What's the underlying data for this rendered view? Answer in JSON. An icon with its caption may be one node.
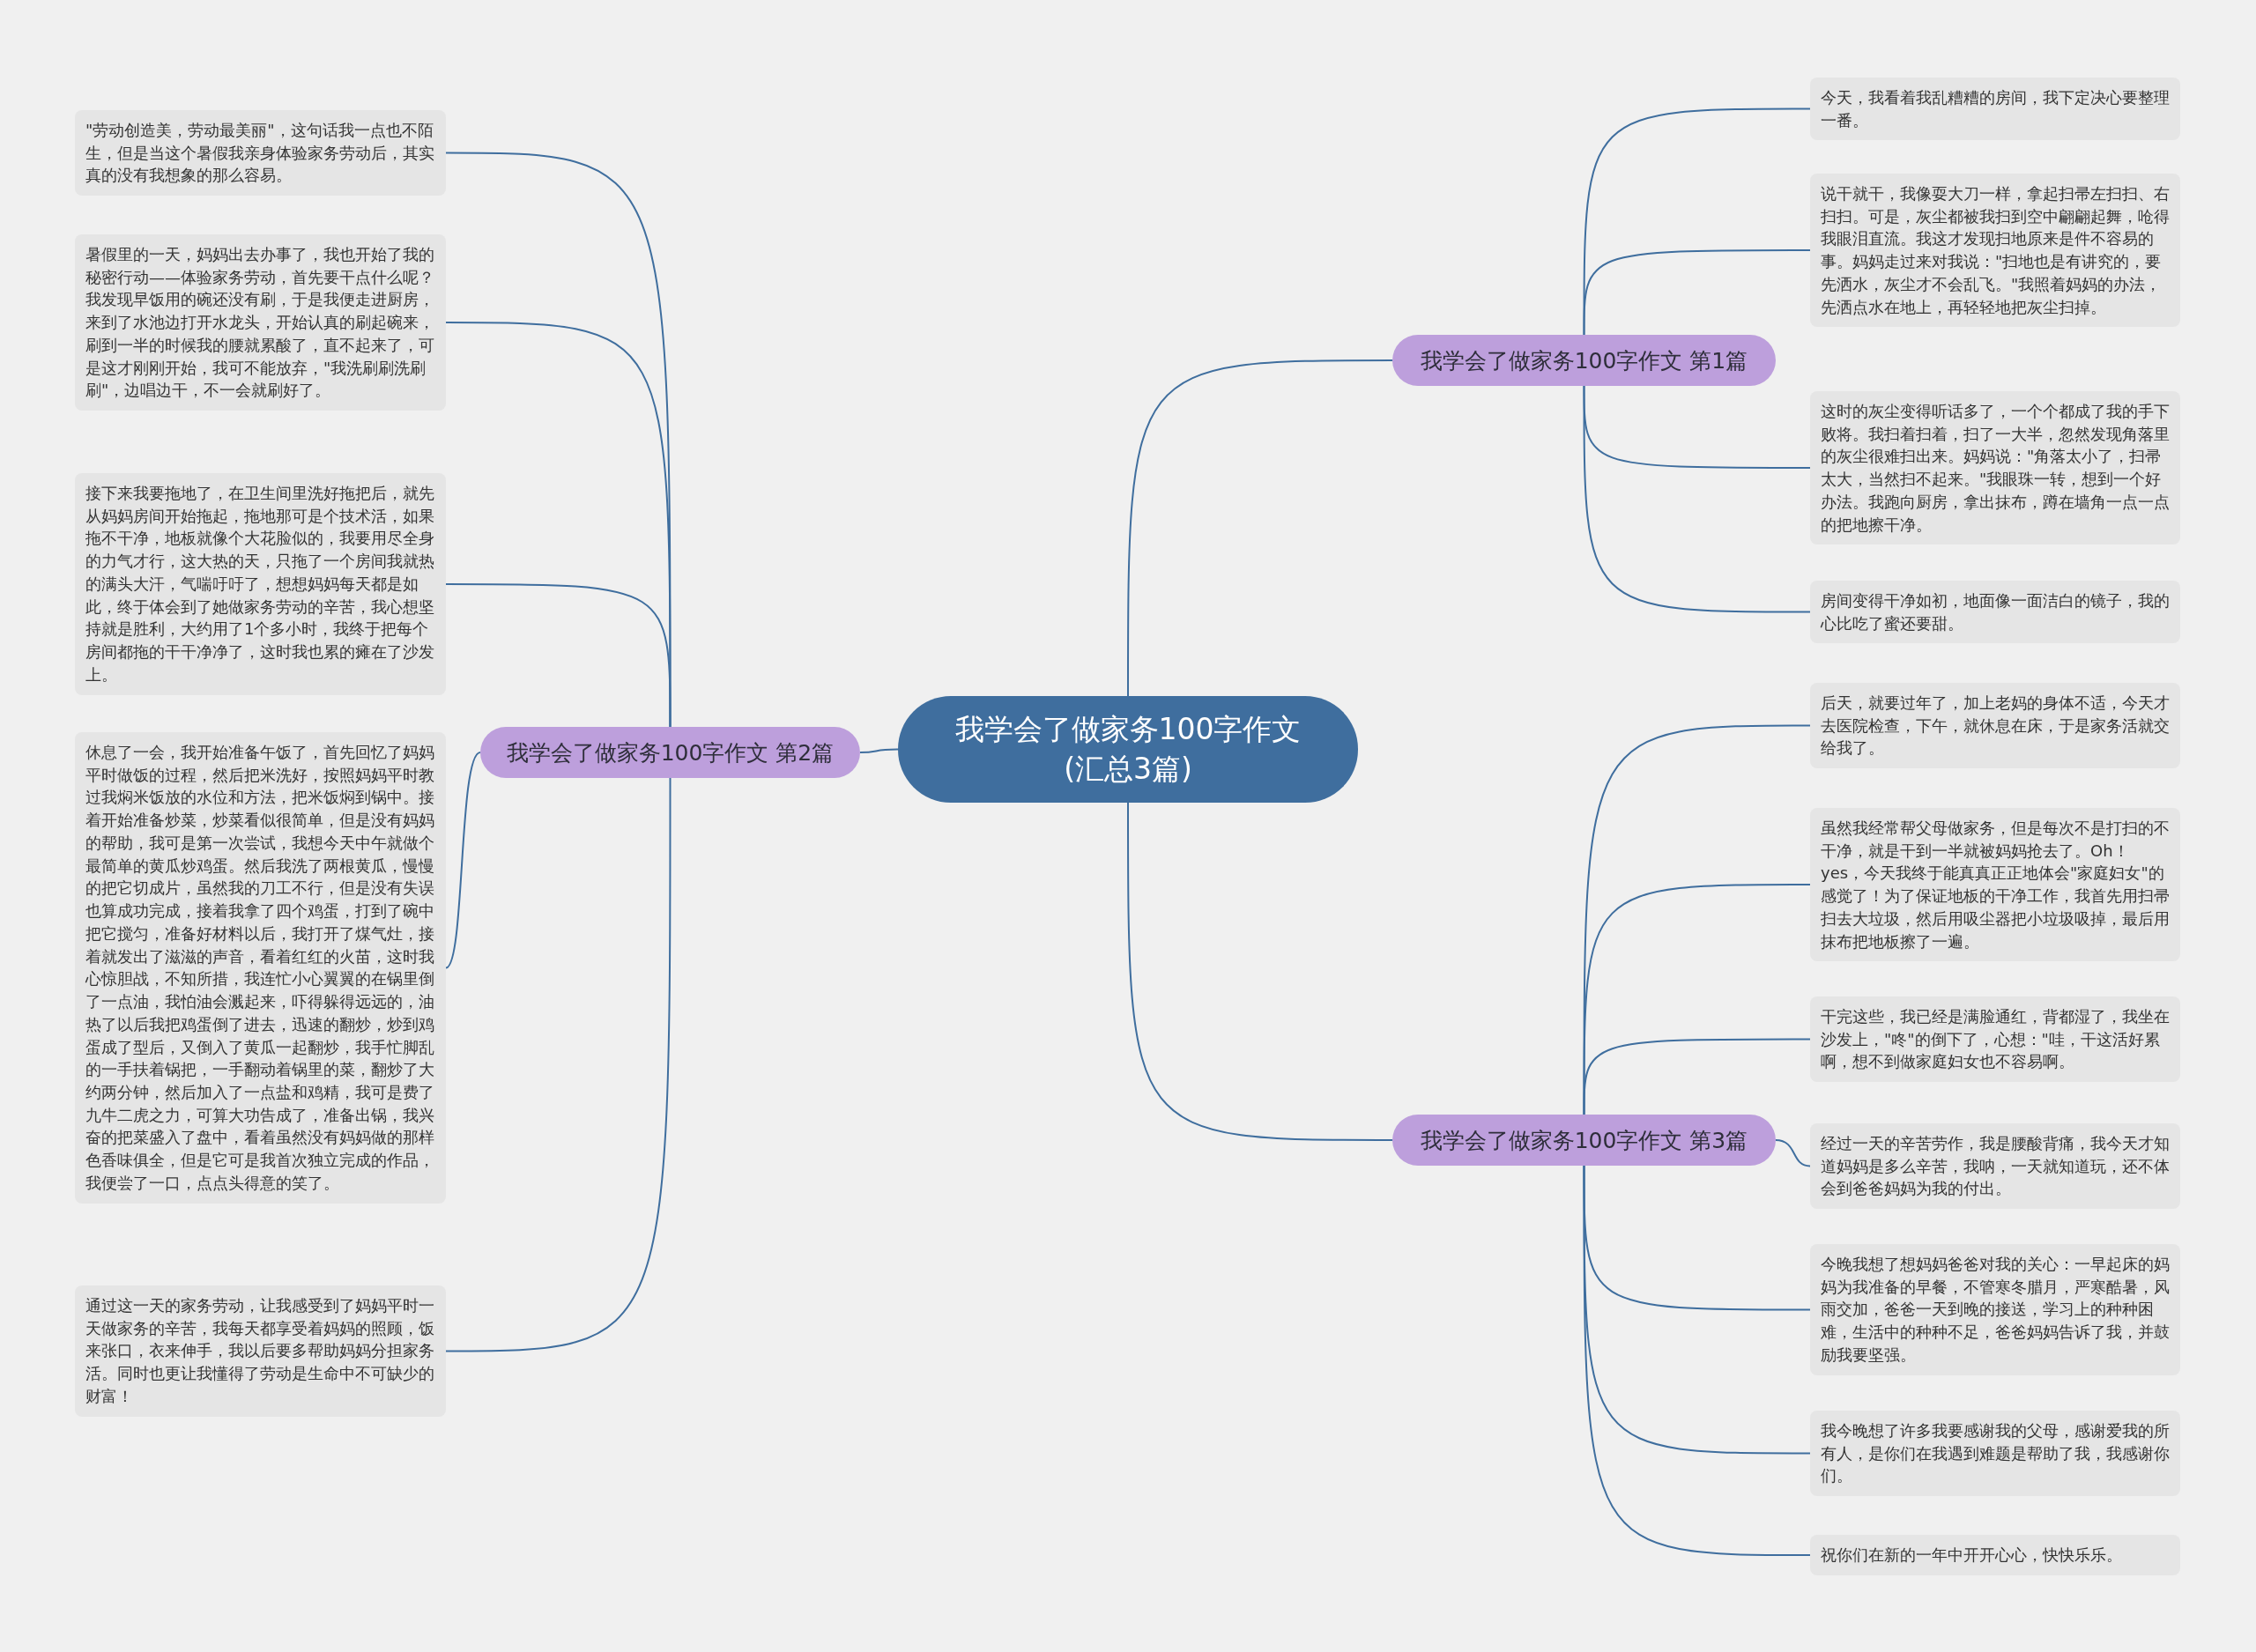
{
  "diagram": {
    "nodes": [
      {
        "text": [
          "我学会了做家务100字作文(汇总3篇)"
        ]
      },
      {
        "text": [
          "我学会了做家务100字作文 第1篇"
        ]
      },
      {
        "text": [
          "今天，我看着我乱糟糟的房间，我下定决心要整理一番。"
        ]
      },
      {
        "text": [
          "说干就干，我像耍大刀一样，拿起扫帚左扫扫、右扫扫。可是，灰尘都被我扫到空中翩翩起舞，呛得我眼泪直流。我这才发现扫地原来是件不容易的事。妈妈走过来对我说：\"扫地也是有讲究的，要先洒水，灰尘才不会乱飞。\"我照着妈妈的办法，先洒点水在地上，再轻轻地把灰尘扫掉。"
        ]
      },
      {
        "text": [
          "这时的灰尘变得听话多了，一个个都成了我的手下败将。我扫着扫着，扫了一大半，忽然发现角落里的灰尘很难扫出来。妈妈说：\"角落太小了，扫帚太大，当然扫不起来。\"我眼珠一转，想到一个好办法。我跑向厨房，拿出抹布，蹲在墙角一点一点的把地擦干净。"
        ]
      },
      {
        "text": [
          "房间变得干净如初，地面像一面洁白的镜子，我的心比吃了蜜还要甜。"
        ]
      },
      {
        "text": [
          "我学会了做家务100字作文 第2篇"
        ]
      },
      {
        "text": [
          "\"劳动创造美，劳动最美丽\"，这句话我一点也不陌生，但是当这个暑假我亲身体验家务劳动后，其实真的没有我想象的那么容易。"
        ]
      },
      {
        "text": [
          "暑假里的一天，妈妈出去办事了，我也开始了我的秘密行动——体验家务劳动，首先要干点什么呢？我发现早饭用的碗还没有刷，于是我便走进厨房，来到了水池边打开水龙头，开始认真的刷起碗来，刷到一半的时候我的腰就累酸了，直不起来了，可是这才刚刚开始，我可不能放弃，\"我洗刷刷洗刷刷\"，边唱边干，不一会就刷好了。"
        ]
      },
      {
        "text": [
          "接下来我要拖地了，在卫生间里洗好拖把后，就先从妈妈房间开始拖起，拖地那可是个技术活，如果拖不干净，地板就像个大花脸似的，我要用尽全身的力气才行，这大热的天，只拖了一个房间我就热的满头大汗，气喘吁吁了，想想妈妈每天都是如此，终于体会到了她做家务劳动的辛苦，我心想坚持就是胜利，大约用了1个多小时，我终于把每个房间都拖的干干净净了，这时我也累的瘫在了沙发上。"
        ]
      },
      {
        "text": [
          "休息了一会，我开始准备午饭了，首先回忆了妈妈平时做饭的过程，然后把米洗好，按照妈妈平时教过我焖米饭放的水位和方法，把米饭焖到锅中。接着开始准备炒菜，炒菜看似很简单，但是没有妈妈的帮助，我可是第一次尝试，我想今天中午就做个最简单的黄瓜炒鸡蛋。然后我洗了两根黄瓜，慢慢的把它切成片，虽然我的刀工不行，但是没有失误也算成功完成，接着我拿了四个鸡蛋，打到了碗中把它搅匀，准备好材料以后，我打开了煤气灶，接着就发出了滋滋的声音，看着红红的火苗，这时我心惊胆战，不知所措，我连忙小心翼翼的在锅里倒了一点油，我怕油会溅起来，吓得躲得远远的，油热了以后我把鸡蛋倒了进去，迅速的翻炒，炒到鸡蛋成了型后，又倒入了黄瓜一起翻炒，我手忙脚乱的一手扶着锅把，一手翻动着锅里的菜，翻炒了大约两分钟，然后加入了一点盐和鸡精，我可是费了九牛二虎之力，可算大功告成了，准备出锅，我兴奋的把菜盛入了盘中，看着虽然没有妈妈做的那样色香味俱全，但是它可是我首次独立完成的作品，我便尝了一口，点点头得意的笑了。"
        ]
      },
      {
        "text": [
          "通过这一天的家务劳动，让我感受到了妈妈平时一天做家务的辛苦，我每天都享受着妈妈的照顾，饭来张口，衣来伸手，我以后要多帮助妈妈分担家务活。同时也更让我懂得了劳动是生命中不可缺少的财富！"
        ]
      },
      {
        "text": [
          "我学会了做家务100字作文 第3篇"
        ]
      },
      {
        "text": [
          "后天，就要过年了，加上老妈的身体不适，今天才去医院检查，下午，就休息在床，于是家务活就交给我了。"
        ]
      },
      {
        "text": [
          "虽然我经常帮父母做家务，但是每次不是打扫的不干净，就是干到一半就被妈妈抢去了。Oh！yes，今天我终于能真真正正地体会\"家庭妇女\"的感觉了！为了保证地板的干净工作，我首先用扫帚扫去大垃圾，然后用吸尘器把小垃圾吸掉，最后用抹布把地板擦了一遍。"
        ]
      },
      {
        "text": [
          "干完这些，我已经是满脸通红，背都湿了，我坐在沙发上，\"咚\"的倒下了，心想：\"哇，干这活好累啊，想不到做家庭妇女也不容易啊。"
        ]
      },
      {
        "text": [
          "经过一天的辛苦劳作，我是腰酸背痛，我今天才知道妈妈是多么辛苦，我呐，一天就知道玩，还不体会到爸爸妈妈为我的付出。"
        ]
      },
      {
        "text": [
          "今晚我想了想妈妈爸爸对我的关心：一早起床的妈妈为我准备的早餐，不管寒冬腊月，严寒酷暑，风雨交加，爸爸一天到晚的接送，学习上的种种困难，生活中的种种不足，爸爸妈妈告诉了我，并鼓励我要坚强。"
        ]
      },
      {
        "text": [
          "我今晚想了许多我要感谢我的父母，感谢爱我的所有人，是你们在我遇到难题是帮助了我，我感谢你们。"
        ]
      },
      {
        "text": [
          "祝你们在新的一年中开开心心，快快乐乐。"
        ]
      }
    ],
    "edges": [
      {
        "from": 0,
        "to": 1,
        "arrow": "none"
      },
      {
        "from": 1,
        "to": 2,
        "arrow": "none"
      },
      {
        "from": 1,
        "to": 3,
        "arrow": "none"
      },
      {
        "from": 1,
        "to": 4,
        "arrow": "none"
      },
      {
        "from": 1,
        "to": 5,
        "arrow": "none"
      },
      {
        "from": 0,
        "to": 6,
        "arrow": "none"
      },
      {
        "from": 6,
        "to": 7,
        "arrow": "none"
      },
      {
        "from": 6,
        "to": 8,
        "arrow": "none"
      },
      {
        "from": 6,
        "to": 9,
        "arrow": "none"
      },
      {
        "from": 6,
        "to": 10,
        "arrow": "none"
      },
      {
        "from": 6,
        "to": 11,
        "arrow": "none"
      },
      {
        "from": 0,
        "to": 12,
        "arrow": "none"
      },
      {
        "from": 12,
        "to": 13,
        "arrow": "none"
      },
      {
        "from": 12,
        "to": 14,
        "arrow": "none"
      },
      {
        "from": 12,
        "to": 15,
        "arrow": "none"
      },
      {
        "from": 12,
        "to": 16,
        "arrow": "none"
      },
      {
        "from": 12,
        "to": 17,
        "arrow": "none"
      },
      {
        "from": 12,
        "to": 18,
        "arrow": "none"
      },
      {
        "from": 12,
        "to": 19,
        "arrow": "none"
      }
    ]
  }
}
